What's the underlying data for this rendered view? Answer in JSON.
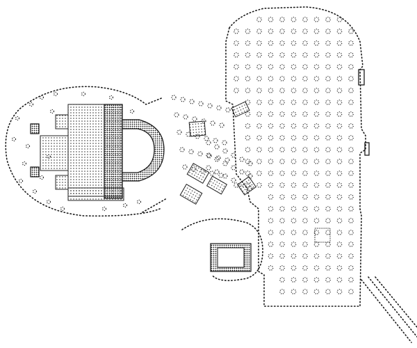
{
  "figure": {
    "kind": "architectural site plan (dotted line drawing)",
    "ink_color": "#1a1a1a",
    "background": "#ffffff",
    "components": [
      "hypostyle-hall",
      "oval-enclosure-with-apsidal-building",
      "column-grove-transition",
      "small-rectangular-pavilion",
      "diagonal-ramp"
    ]
  }
}
